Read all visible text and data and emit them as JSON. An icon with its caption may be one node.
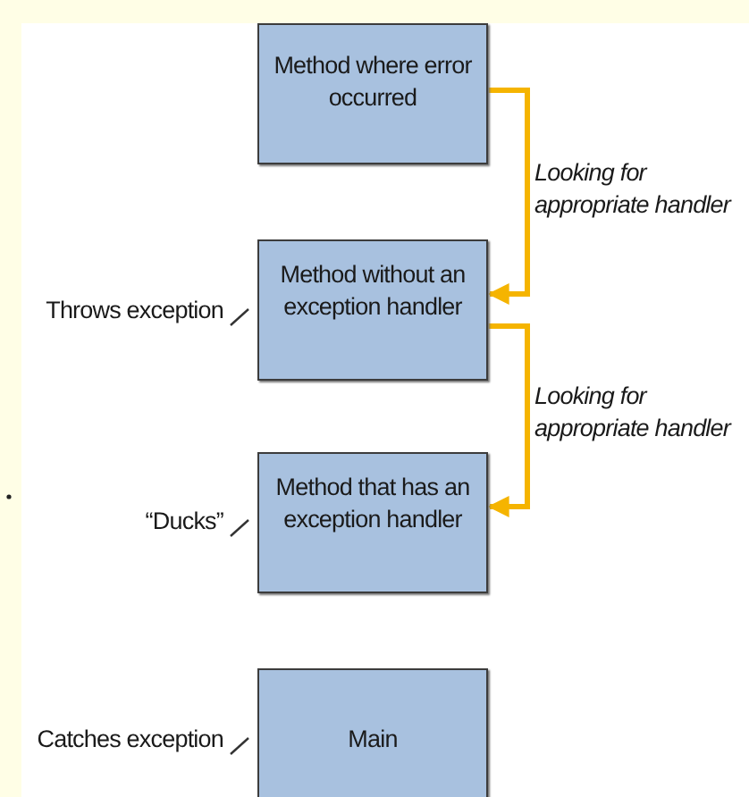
{
  "diagram": {
    "nodes": [
      {
        "text": [
          "Method where error occurred"
        ]
      },
      {
        "text": [
          "Method without an exception handler"
        ],
        "beside": [
          "Throws exception"
        ]
      },
      {
        "text": [
          "Method that has an exception handler"
        ],
        "beside": [
          "“Ducks”"
        ]
      },
      {
        "text": [
          "Main"
        ],
        "beside": [
          "Catches exception"
        ]
      }
    ],
    "edges": [
      {
        "from": 0,
        "to": 1,
        "arrow": "to",
        "label": "Looking for appropriate handler"
      },
      {
        "from": 1,
        "to": 2,
        "arrow": "to",
        "label": "Looking for appropriate handler"
      }
    ]
  }
}
